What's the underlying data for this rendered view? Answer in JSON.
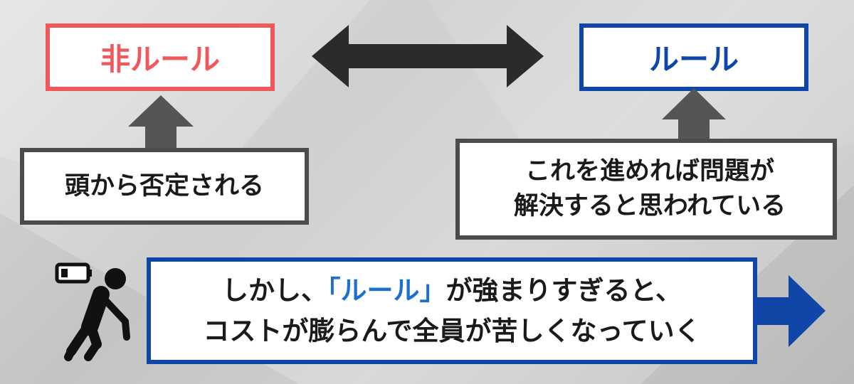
{
  "boxes": {
    "non_rule": "非ルール",
    "rule": "ルール",
    "denied": "頭から否定される",
    "solve_line1": "これを進めれば問題が",
    "solve_line2": "解決すると思われている"
  },
  "bottom": {
    "line1_prefix": "しかし、",
    "line1_highlight": "「ルール」",
    "line1_suffix": "が強まりすぎると、",
    "line2": "コストが膨らんで全員が苦しくなっていく"
  },
  "icons": [
    "double-arrow-icon",
    "up-arrow-icon",
    "right-arrow-icon",
    "tired-person-icon",
    "low-battery-icon"
  ],
  "colors": {
    "non_rule": "#f0585c",
    "rule": "#1046a8",
    "highlight": "#1a6fd0",
    "arrow_dark": "#2b2b2b",
    "arrow_gray": "#555555"
  }
}
